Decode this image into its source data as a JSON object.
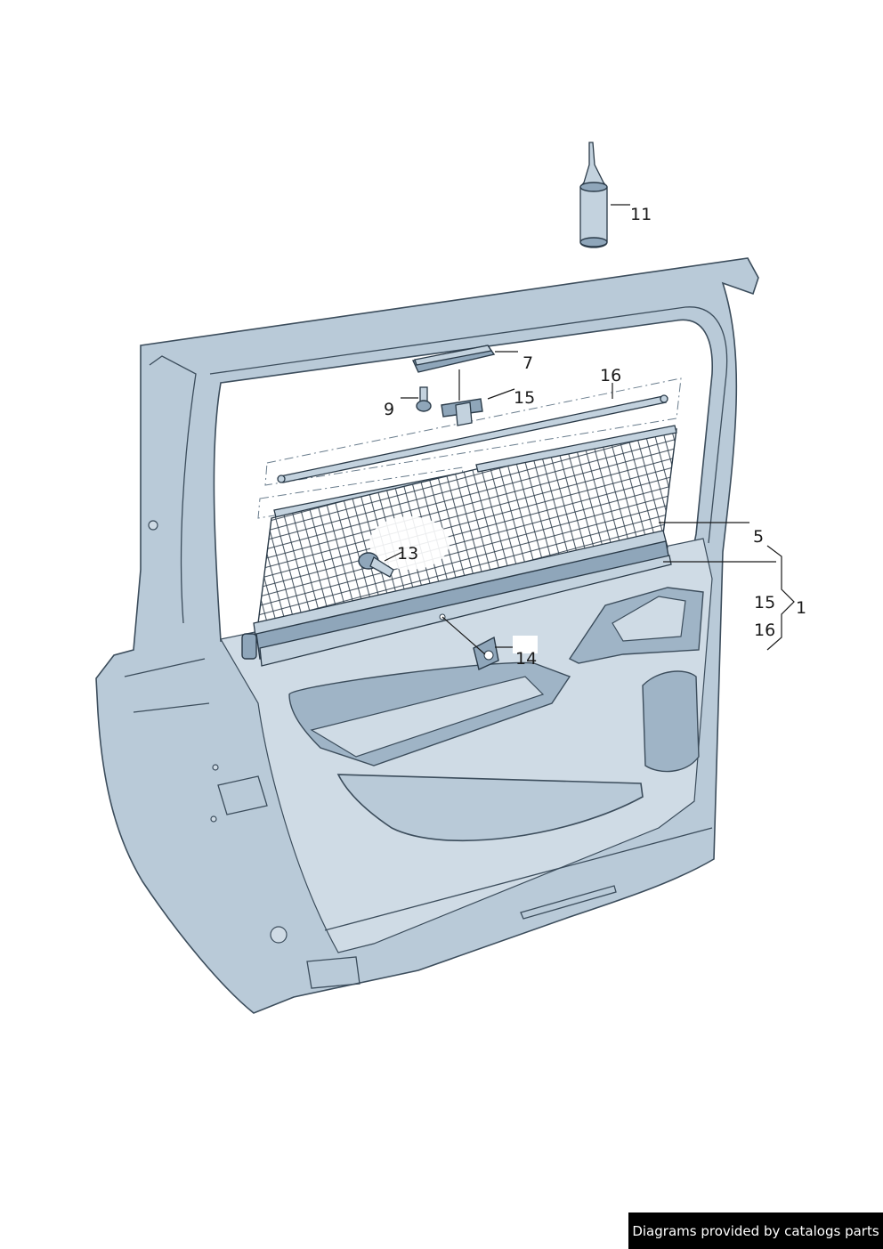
{
  "callouts": {
    "c1": "1",
    "c5": "5",
    "c7": "7",
    "c9": "9",
    "c11": "11",
    "c13": "13",
    "c14": "14",
    "c15_top": "15",
    "c15_side": "15",
    "c16_top": "16",
    "c16_side": "16"
  },
  "credit": "Diagrams provided by catalogs parts",
  "colors": {
    "door_fill": "#b9cad8",
    "line": "#3c4d5c",
    "credit_bg": "#000000"
  }
}
